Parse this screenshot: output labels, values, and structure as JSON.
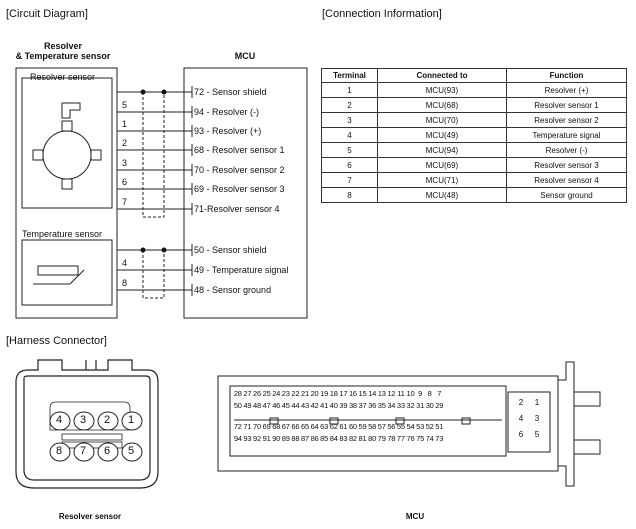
{
  "sections": {
    "circuit": "[Circuit Diagram]",
    "connection": "[Connection Information]",
    "harness": "[Harness Connector]"
  },
  "circuit": {
    "left_title_1": "Resolver",
    "left_title_2": "& Temperature sensor",
    "right_title": "MCU",
    "resolver_box_label": "Resolver sensor",
    "temp_box_label": "Temperature sensor",
    "resolver_wires": [
      "5",
      "1",
      "2",
      "3",
      "6",
      "7"
    ],
    "temp_wires": [
      "4",
      "8"
    ],
    "mcu_pins": [
      {
        "num": "72",
        "label": "- Sensor shield"
      },
      {
        "num": "94",
        "label": "- Resolver (-)"
      },
      {
        "num": "93",
        "label": "- Resolver (+)"
      },
      {
        "num": "68",
        "label": "- Resolver sensor 1"
      },
      {
        "num": "70",
        "label": "- Resolver sensor 2"
      },
      {
        "num": "69",
        "label": "- Resolver sensor 3"
      },
      {
        "num": "71",
        "label": "-Resolver sensor 4"
      },
      {
        "num": "50",
        "label": "- Sensor shield"
      },
      {
        "num": "49",
        "label": "- Temperature signal"
      },
      {
        "num": "48",
        "label": "- Sensor ground"
      }
    ]
  },
  "table": {
    "headers": [
      "Terminal",
      "Connected to",
      "Function"
    ],
    "rows": [
      [
        "1",
        "MCU(93)",
        "Resolver (+)"
      ],
      [
        "2",
        "MCU(68)",
        "Resolver sensor 1"
      ],
      [
        "3",
        "MCU(70)",
        "Resolver sensor 2"
      ],
      [
        "4",
        "MCU(49)",
        "Temperature signal"
      ],
      [
        "5",
        "MCU(94)",
        "Resolver (-)"
      ],
      [
        "6",
        "MCU(69)",
        "Resolver sensor 3"
      ],
      [
        "7",
        "MCU(71)",
        "Resolver sensor 4"
      ],
      [
        "8",
        "MCU(48)",
        "Sensor ground"
      ]
    ]
  },
  "harness": {
    "resolver_caption": "Resolver sensor",
    "mcu_caption": "MCU",
    "resolver_top_pins": [
      "4",
      "3",
      "2",
      "1"
    ],
    "resolver_bottom_pins": [
      "8",
      "7",
      "6",
      "5"
    ],
    "mcu_rows": [
      [
        "28",
        "27",
        "26",
        "25",
        "24",
        "23",
        "22",
        "21",
        "20",
        "19",
        "18",
        "17",
        "16",
        "15",
        "14",
        "13",
        "12",
        "11",
        "10",
        "9",
        "8",
        "7"
      ],
      [
        "50",
        "49",
        "48",
        "47",
        "46",
        "45",
        "44",
        "43",
        "42",
        "41",
        "40",
        "39",
        "38",
        "37",
        "36",
        "35",
        "34",
        "33",
        "32",
        "31",
        "30",
        "29"
      ],
      [
        "72",
        "71",
        "70",
        "69",
        "68",
        "67",
        "66",
        "65",
        "64",
        "63",
        "62",
        "61",
        "60",
        "59",
        "58",
        "57",
        "56",
        "55",
        "54",
        "53",
        "52",
        "51"
      ],
      [
        "94",
        "93",
        "92",
        "91",
        "90",
        "89",
        "88",
        "87",
        "86",
        "85",
        "84",
        "83",
        "82",
        "81",
        "80",
        "79",
        "78",
        "77",
        "76",
        "75",
        "74",
        "73"
      ]
    ],
    "mcu_small_rows": [
      [
        "2",
        "1"
      ],
      [
        "4",
        "3"
      ],
      [
        "6",
        "5"
      ]
    ]
  }
}
